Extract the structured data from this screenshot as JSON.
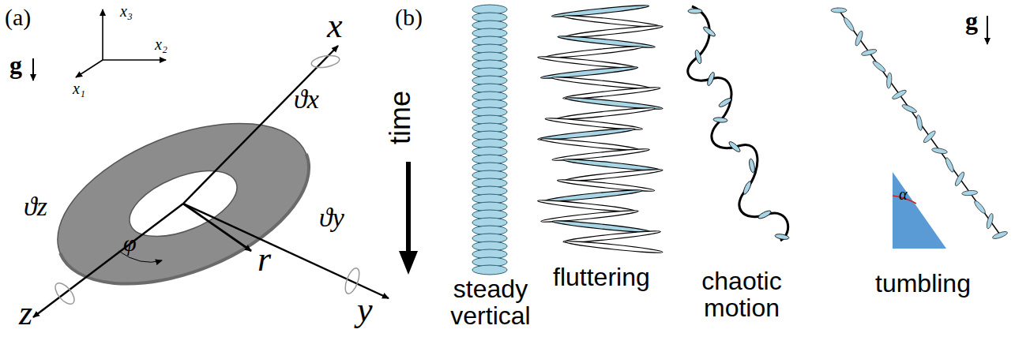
{
  "diagram": {
    "labels": [
      "(a)",
      "x₃",
      "x₂",
      "x₁",
      "g",
      "x",
      "ϑx",
      "ϑz",
      "φ",
      "ϑy",
      "z",
      "r",
      "y",
      "(b)",
      "time",
      "steady vertical",
      "fluttering",
      "chaotic motion",
      "tumbling",
      "α",
      "g"
    ]
  }
}
